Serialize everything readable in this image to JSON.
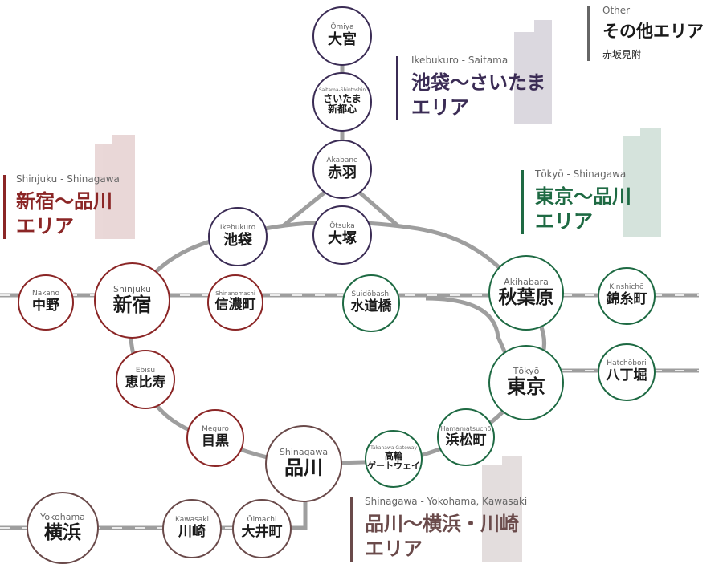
{
  "colors": {
    "track": "#9e9e9e",
    "ikebukuro": "#3b2c55",
    "shinjuku": "#8b2626",
    "tokyo": "#1e6a43",
    "shinagawa": "#6a4a4a",
    "other": "#666666"
  },
  "areas": {
    "other": {
      "en": "Other",
      "jp": "その他エリア",
      "sub": "赤坂見附"
    },
    "ikebukuro": {
      "en": "Ikebukuro - Saitama",
      "jp_line1": "池袋～さいたま",
      "jp_line2": "エリア"
    },
    "shinjuku": {
      "en": "Shinjuku - Shinagawa",
      "jp_line1": "新宿～品川",
      "jp_line2": "エリア"
    },
    "tokyo": {
      "en": "Tōkyō - Shinagawa",
      "jp_line1": "東京～品川",
      "jp_line2": "エリア"
    },
    "shinagawa": {
      "en": "Shinagawa - Yokohama, Kawasaki",
      "jp_line1": "品川～横浜・川崎",
      "jp_line2": "エリア"
    }
  },
  "stations": {
    "omiya": {
      "en": "Ōmiya",
      "jp": "大宮"
    },
    "saitama_shintoshin": {
      "en": "Saitama-Shintoshin",
      "jp": "さいたま\n新都心"
    },
    "akabane": {
      "en": "Akabane",
      "jp": "赤羽"
    },
    "ikebukuro": {
      "en": "Ikebukuro",
      "jp": "池袋"
    },
    "otsuka": {
      "en": "Ōtsuka",
      "jp": "大塚"
    },
    "nakano": {
      "en": "Nakano",
      "jp": "中野"
    },
    "shinjuku": {
      "en": "Shinjuku",
      "jp": "新宿"
    },
    "shinanomachi": {
      "en": "Shinanomachi",
      "jp": "信濃町"
    },
    "suidobashi": {
      "en": "Suidōbashi",
      "jp": "水道橋"
    },
    "akihabara": {
      "en": "Akihabara",
      "jp": "秋葉原"
    },
    "kinshicho": {
      "en": "Kinshichō",
      "jp": "錦糸町"
    },
    "ebisu": {
      "en": "Ebisu",
      "jp": "恵比寿"
    },
    "tokyo": {
      "en": "Tōkyō",
      "jp": "東京"
    },
    "hatchobori": {
      "en": "Hatchōbori",
      "jp": "八丁堀"
    },
    "meguro": {
      "en": "Meguro",
      "jp": "目黒"
    },
    "hamamatsucho": {
      "en": "Hamamatsuchō",
      "jp": "浜松町"
    },
    "shinagawa": {
      "en": "Shinagawa",
      "jp": "品川"
    },
    "takanawa_gateway": {
      "en": "Takanawa Gateway",
      "jp": "高輪\nゲートウェイ"
    },
    "yokohama": {
      "en": "Yokohama",
      "jp": "横浜"
    },
    "kawasaki": {
      "en": "Kawasaki",
      "jp": "川崎"
    },
    "oimachi": {
      "en": "Ōimachi",
      "jp": "大井町"
    }
  }
}
